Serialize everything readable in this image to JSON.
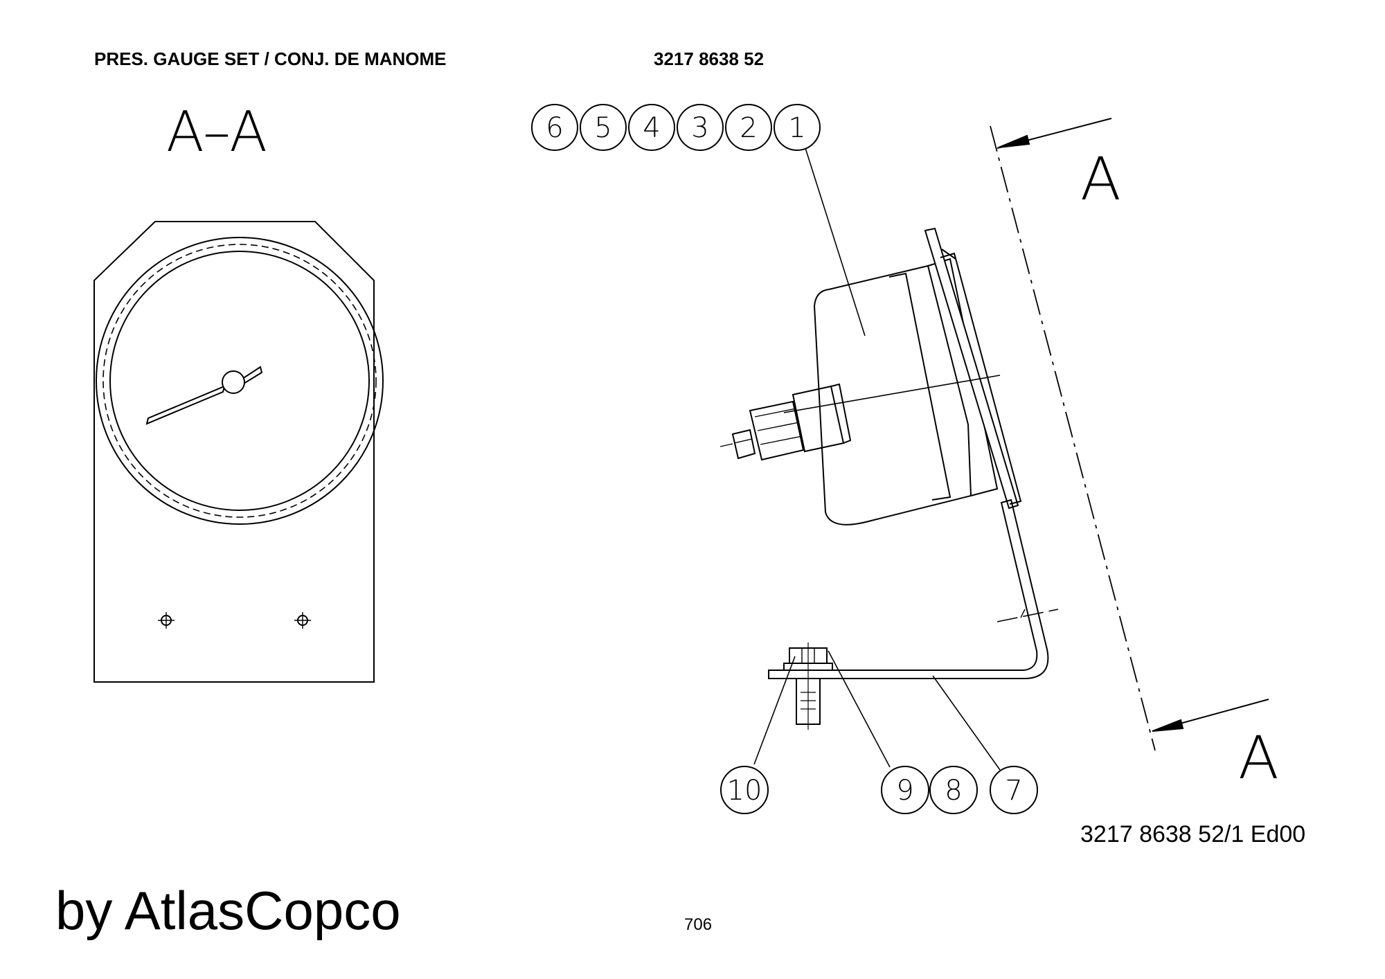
{
  "header": {
    "title": "PRES. GAUGE SET / CONJ. DE MANOME",
    "part_number": "3217 8638 52"
  },
  "section_view": {
    "label": "A–A"
  },
  "section_markers": [
    "A",
    "A"
  ],
  "balloons": {
    "top_row": [
      "6",
      "5",
      "4",
      "3",
      "2",
      "1"
    ],
    "bottom": [
      "10",
      "9",
      "8",
      "7"
    ]
  },
  "drawing_ref": "3217 8638 52/1  Ed00",
  "brand": "by AtlasCopco",
  "page_number": "706"
}
